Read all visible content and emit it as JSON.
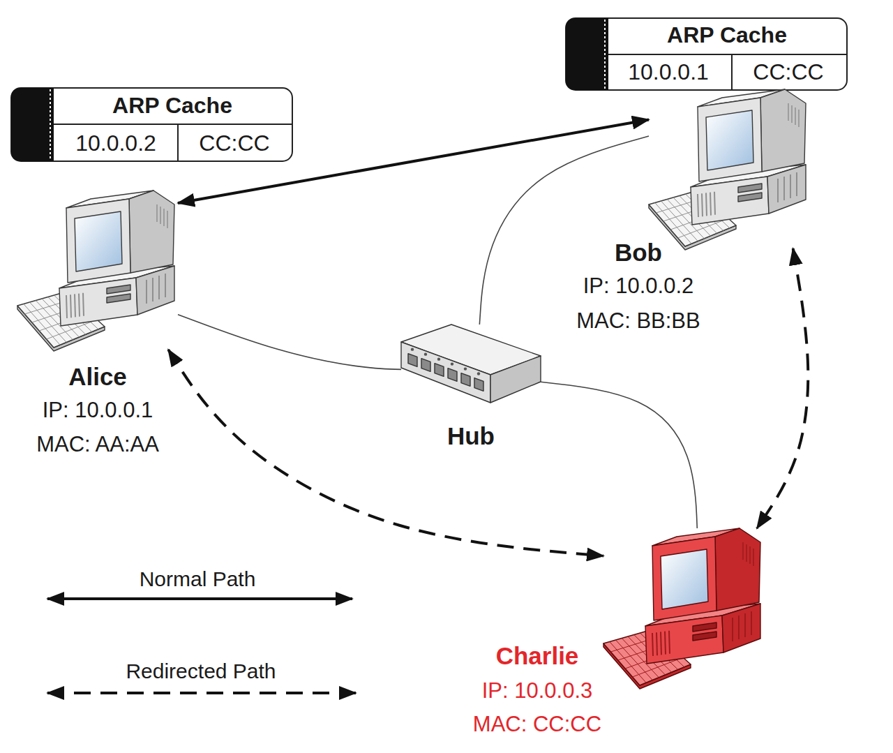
{
  "diagram": {
    "nodes": [
      {
        "text": [
          "ARP Cache",
          "10.0.0.1",
          "CC:CC"
        ]
      },
      {
        "text": [
          "ARP Cache",
          "10.0.0.2",
          "CC:CC"
        ]
      },
      {
        "text": [
          "Bob",
          "IP: 10.0.0.2",
          "MAC: BB:BB"
        ]
      },
      {
        "text": [
          "Alice",
          "IP: 10.0.0.1",
          "MAC: AA:AA"
        ]
      },
      {
        "text": [
          "Hub"
        ]
      },
      {
        "text": [
          "Charlie",
          "IP: 10.0.0.3",
          "MAC: CC:CC"
        ]
      }
    ],
    "edges": [
      {
        "from": 3,
        "to": 2,
        "arrow": "both"
      },
      {
        "from": 3,
        "to": 5,
        "arrow": "both"
      },
      {
        "from": 2,
        "to": 5,
        "arrow": "both"
      },
      {
        "from": 3,
        "to": 4,
        "arrow": "none"
      },
      {
        "from": 2,
        "to": 4,
        "arrow": "none"
      },
      {
        "from": 5,
        "to": 4,
        "arrow": "none"
      }
    ],
    "legend": [
      {
        "text": "Normal Path"
      },
      {
        "text": "Redirected Path"
      }
    ]
  }
}
